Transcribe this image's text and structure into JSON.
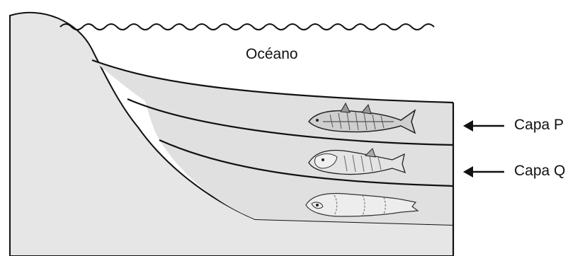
{
  "ocean": {
    "label": "Océano"
  },
  "layers": [
    {
      "id": "P",
      "label": "Capa P"
    },
    {
      "id": "Q",
      "label": "Capa Q"
    }
  ],
  "colors": {
    "seabed": "#e6e6e6",
    "stroke": "#111111",
    "water": "#ffffff"
  },
  "icons": {
    "top-fossil": "fossil-fish-icon",
    "middle-fossil": "fossil-fish-icon",
    "bottom-fossil": "fossil-fish-icon",
    "arrow": "arrow-left-icon"
  }
}
